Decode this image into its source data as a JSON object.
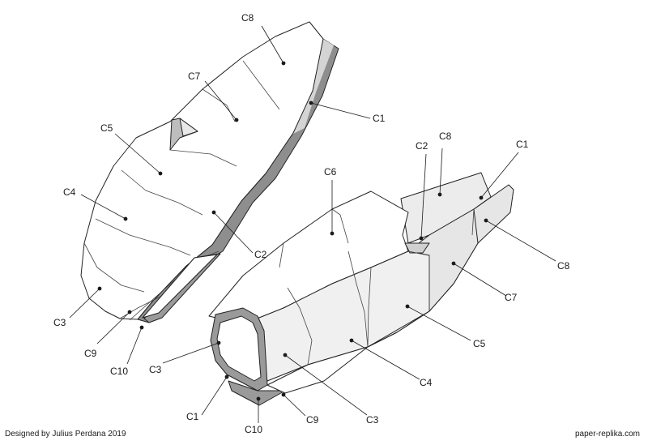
{
  "left_part_labels": {
    "c8": "C8",
    "c7": "C7",
    "c5": "C5",
    "c4": "C4",
    "c3": "C3",
    "c9": "C9",
    "c10": "C10",
    "c1": "C1",
    "c2": "C2"
  },
  "right_part_labels": {
    "c6": "C6",
    "c2": "C2",
    "c8_top": "C8",
    "c1_top": "C1",
    "c8_right": "C8",
    "c7": "C7",
    "c5": "C5",
    "c4": "C4",
    "c3_inner": "C3",
    "c3_outer": "C3",
    "c1_bottom": "C1",
    "c10": "C10",
    "c9": "C9"
  },
  "footer": {
    "credit": "Designed by Julius Perdana 2019",
    "site": "paper-replika.com"
  }
}
